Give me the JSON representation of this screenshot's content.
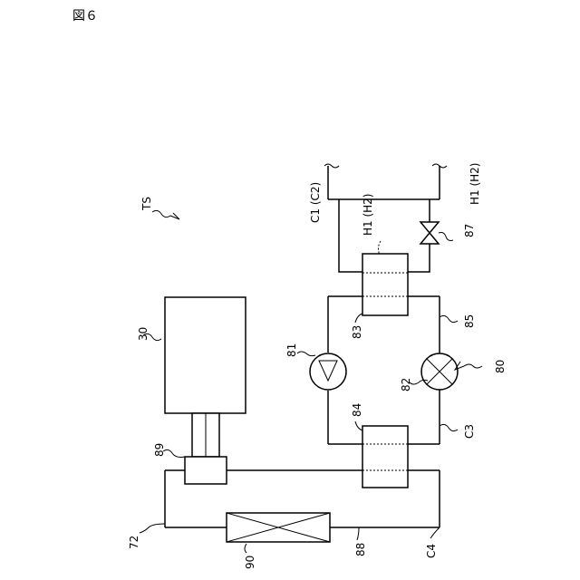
{
  "figure_label": "図６",
  "labels": {
    "ts": "TS",
    "c1_c2": "C1 (C2)",
    "h1_h2_right": "H1 (H2)",
    "h1_h2_inner": "H1 (H2)",
    "n87": "87",
    "n85": "85",
    "n83": "83",
    "n81": "81",
    "n82": "82",
    "n80": "80",
    "n84": "84",
    "c3": "C3",
    "n30": "30",
    "n89": "89",
    "n72": "72",
    "n90": "90",
    "n88": "88",
    "c4": "C4"
  }
}
